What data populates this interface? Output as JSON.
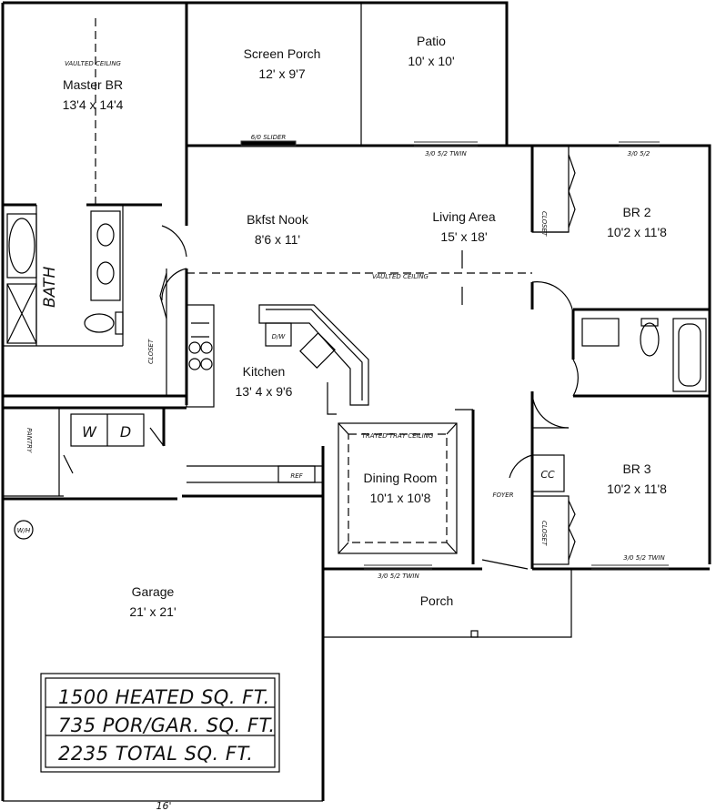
{
  "rooms": {
    "master_br": {
      "name": "Master BR",
      "size": "13'4 x 14'4",
      "note": "VAULTED CEILING"
    },
    "screen_porch": {
      "name": "Screen Porch",
      "size": "12' x 9'7"
    },
    "patio": {
      "name": "Patio",
      "size": "10' x 10'"
    },
    "bkfst_nook": {
      "name": "Bkfst Nook",
      "size": "8'6 x 11'"
    },
    "living_area": {
      "name": "Living Area",
      "size": "15' x 18'"
    },
    "br2": {
      "name": "BR 2",
      "size": "10'2 x 11'8"
    },
    "br3": {
      "name": "BR 3",
      "size": "10'2 x 11'8"
    },
    "kitchen": {
      "name": "Kitchen",
      "size": "13' 4 x 9'6"
    },
    "dining": {
      "name": "Dining Room",
      "size": "10'1 x 10'8",
      "note": "TRAYED TRAY CEILING"
    },
    "garage": {
      "name": "Garage",
      "size": "21' x 21'"
    },
    "porch": {
      "name": "Porch"
    }
  },
  "labels": {
    "bath": "BATH",
    "closet": "CLOSET",
    "pantry": "PANTRY",
    "washer": "W",
    "dryer": "D",
    "dishwasher": "D/W",
    "refrigerator": "REF",
    "coat_closet": "CC",
    "foyer": "FOYER",
    "water_heater": "W/H",
    "slider": "6/0 SLIDER",
    "vaulted_ceiling": "VAULTED CEILING",
    "window_twin_top": "3/0 5/2 TWIN",
    "window_br2": "3/0 5/2",
    "window_twin_front": "3/0 5/2 TWIN",
    "window_twin_br3": "3/0 5/2 TWIN",
    "garage_width": "16'"
  },
  "summary": {
    "heated": "1500 HEATED SQ. FT.",
    "porch_garage": "735 POR/GAR. SQ. FT.",
    "total": "2235 TOTAL SQ. FT."
  }
}
